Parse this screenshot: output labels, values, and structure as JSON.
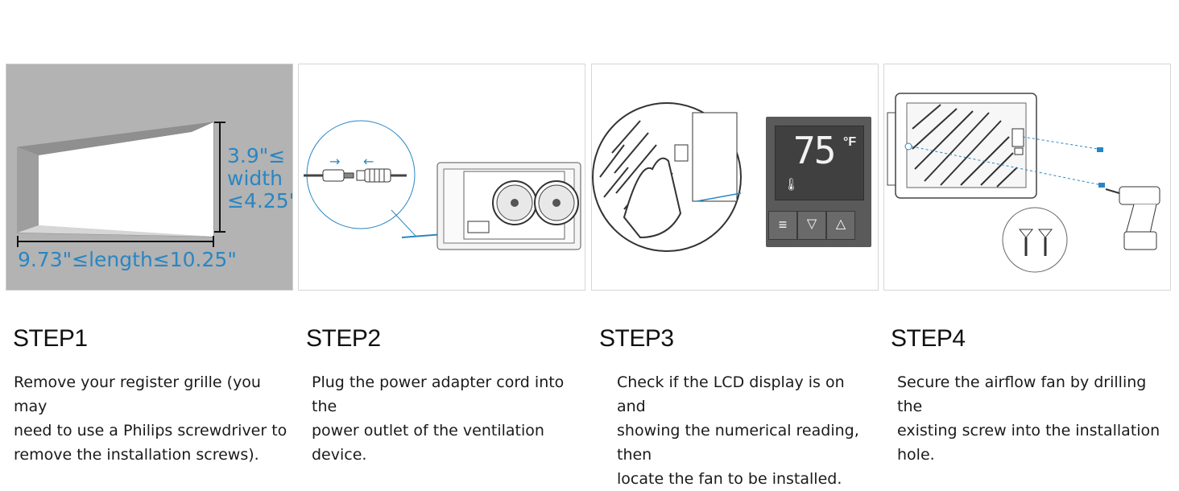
{
  "steps": [
    {
      "title": "STEP1",
      "description": "Remove your register grille (you may\nneed to use a Philips screwdriver to\nremove the installation screws).",
      "dimensions": {
        "height_line1": "3.9\"≤",
        "height_line2": "width",
        "height_line3": "≤4.25\"",
        "length": "9.73\"≤length≤10.25\""
      }
    },
    {
      "title": "STEP2",
      "description": "Plug the power adapter cord into the\npower outlet of the ventilation device."
    },
    {
      "title": "STEP3",
      "description": "Check if the LCD display is on and\nshowing the numerical reading, then\nlocate the fan to be installed.",
      "lcd": {
        "temperature": "75",
        "unit": "°F"
      }
    },
    {
      "title": "STEP4",
      "description": "Secure the airflow fan by drilling the\nexisting screw into the installation hole."
    }
  ],
  "colors": {
    "accent": "#2a86c2",
    "panel_gray": "#b3b3b3",
    "lcd_bg": "#5a5a5a"
  }
}
